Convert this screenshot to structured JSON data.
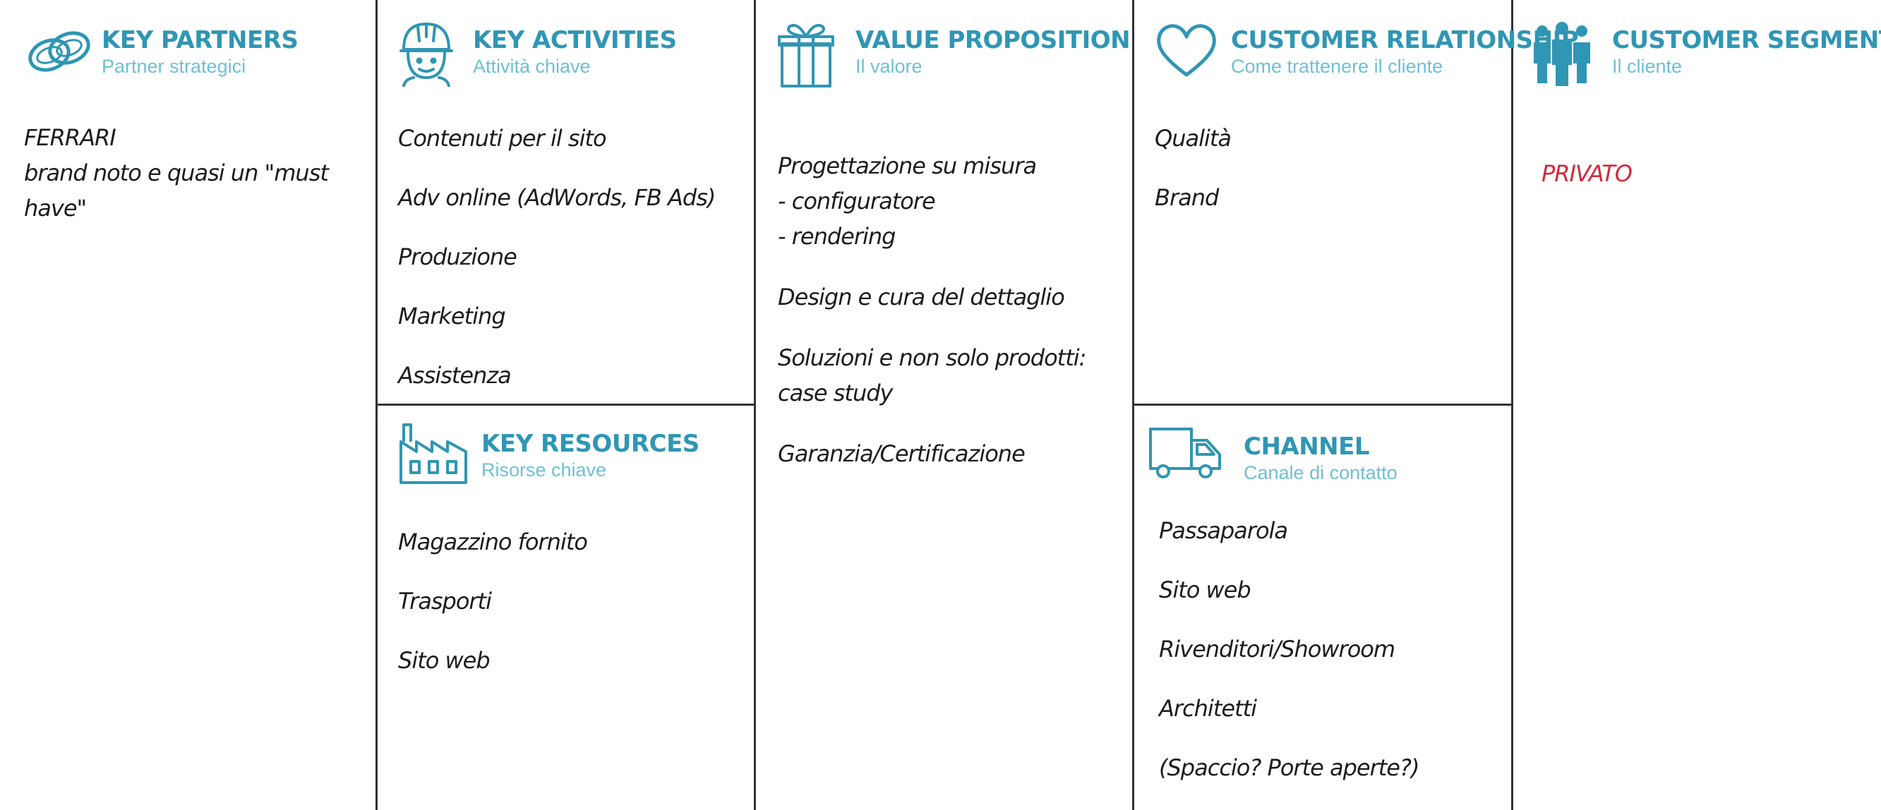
{
  "key_partners": {
    "title": "KEY PARTNERS",
    "subtitle": "Partner strategici",
    "icon": "chain-link-icon",
    "text": "FERRARI\nbrand noto e quasi un \"must have\""
  },
  "key_activities": {
    "title": "KEY ACTIVITIES",
    "subtitle": "Attività chiave",
    "icon": "worker-helmet-icon",
    "items": [
      "Contenuti per il sito",
      "Adv online (AdWords, FB Ads)",
      "Produzione",
      "Marketing",
      "Assistenza"
    ]
  },
  "key_resources": {
    "title": "KEY RESOURCES",
    "subtitle": "Risorse chiave",
    "icon": "factory-icon",
    "items": [
      "Magazzino fornito",
      "Trasporti",
      "Sito web"
    ]
  },
  "value_proposition": {
    "title": "VALUE PROPOSITION",
    "subtitle": "Il valore",
    "icon": "gift-box-icon",
    "items": [
      "Progettazione su misura\n- configuratore\n- rendering",
      "Design e cura del dettaglio",
      "Soluzioni e non solo prodotti:\ncase study",
      "Garanzia/Certificazione"
    ]
  },
  "customer_relationship": {
    "title": "CUSTOMER RELATIONSHIP",
    "subtitle": "Come trattenere il cliente",
    "icon": "heart-icon",
    "items": [
      "Qualità",
      "Brand"
    ]
  },
  "channel": {
    "title": "CHANNEL",
    "subtitle": "Canale di contatto",
    "icon": "truck-icon",
    "items": [
      "Passaparola",
      "Sito web",
      "Rivenditori/Showroom",
      "Architetti",
      "(Spaccio? Porte aperte?)"
    ]
  },
  "customer_segment": {
    "title": "CUSTOMER SEGMENT",
    "subtitle": "Il cliente",
    "icon": "people-group-icon",
    "items": [
      "PRIVATO"
    ]
  },
  "colors": {
    "title": "#2f96b4",
    "subtitle": "#6fbfd6",
    "text": "#1c1c1c",
    "highlight": "#d12a3a",
    "border": "#2f3437"
  }
}
